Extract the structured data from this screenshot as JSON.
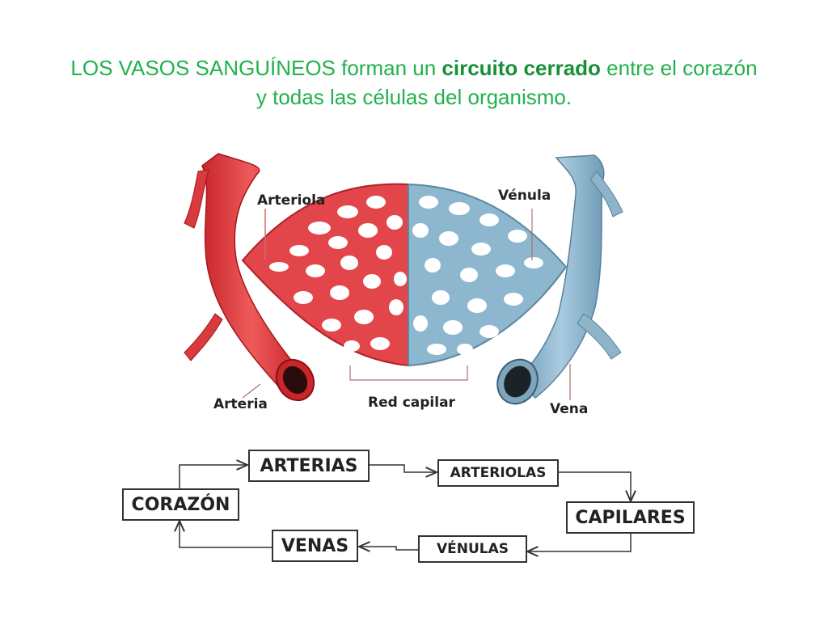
{
  "title": {
    "part1": "LOS VASOS SANGUÍNEOS forman un ",
    "bold": "circuito cerrado",
    "part2": " entre el corazón",
    "line2": "y todas las células del organismo."
  },
  "labels": {
    "arteriola": "Arteriola",
    "venula": "Vénula",
    "arteria": "Arteria",
    "red_capilar": "Red capilar",
    "vena": "Vena"
  },
  "flow": {
    "corazon": "CORAZÓN",
    "arterias": "ARTERIAS",
    "arteriolas": "ARTERIOLAS",
    "capilares": "CAPILARES",
    "venulas": "VÉNULAS",
    "venas": "VENAS"
  },
  "colors": {
    "title": "#22b14c",
    "artery": "#e0383d",
    "vein": "#8fb8d0"
  }
}
